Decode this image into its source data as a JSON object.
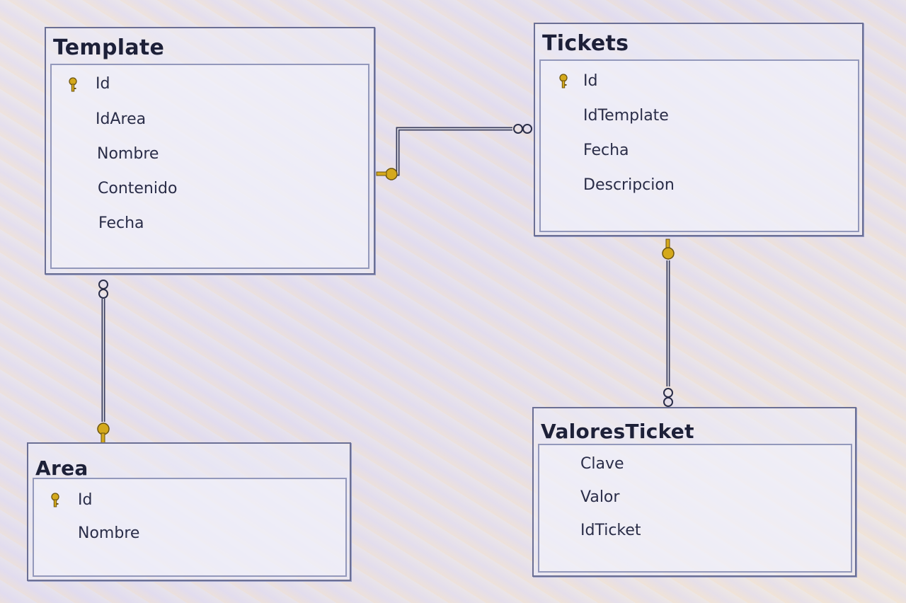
{
  "tables": {
    "template": {
      "title": "Template",
      "columns": [
        {
          "name": "Id",
          "primary_key": true
        },
        {
          "name": "IdArea",
          "primary_key": false
        },
        {
          "name": "Nombre",
          "primary_key": false
        },
        {
          "name": "Contenido",
          "primary_key": false
        },
        {
          "name": "Fecha",
          "primary_key": false
        }
      ]
    },
    "tickets": {
      "title": "Tickets",
      "columns": [
        {
          "name": "Id",
          "primary_key": true
        },
        {
          "name": "IdTemplate",
          "primary_key": false
        },
        {
          "name": "Fecha",
          "primary_key": false
        },
        {
          "name": "Descripcion",
          "primary_key": false
        }
      ]
    },
    "area": {
      "title": "Area",
      "columns": [
        {
          "name": "Id",
          "primary_key": true
        },
        {
          "name": "Nombre",
          "primary_key": false
        }
      ]
    },
    "valores": {
      "title": "ValoresTicket",
      "columns": [
        {
          "name": "Clave",
          "primary_key": false
        },
        {
          "name": "Valor",
          "primary_key": false
        },
        {
          "name": "IdTicket",
          "primary_key": false
        }
      ]
    }
  },
  "relationships": [
    {
      "from": "Template",
      "to": "Tickets",
      "one_end": "key-icon",
      "many_end": "infinity-icon"
    },
    {
      "from": "Area",
      "to": "Template",
      "one_end": "key-icon",
      "many_end": "infinity-icon"
    },
    {
      "from": "Tickets",
      "to": "ValoresTicket",
      "one_end": "key-icon",
      "many_end": "infinity-icon"
    }
  ],
  "colors": {
    "key_gold": "#d4a91c",
    "line": "#3a3d5c",
    "border": "#6b6f94"
  }
}
